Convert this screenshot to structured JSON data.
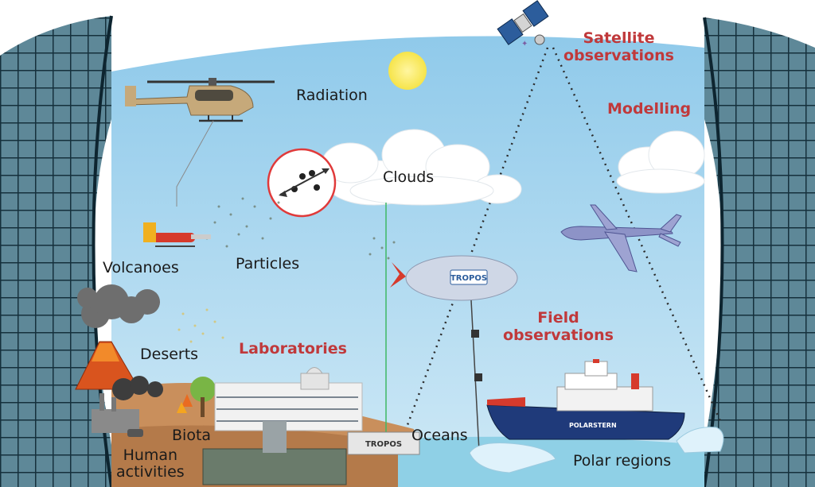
{
  "labels": {
    "radiation": "Radiation",
    "clouds": "Clouds",
    "volcanoes": "Volcanoes",
    "particles": "Particles",
    "deserts": "Deserts",
    "biota": "Biota",
    "human_activities": "Human\nactivities",
    "oceans": "Oceans",
    "polar_regions": "Polar regions"
  },
  "headings": {
    "satellite": "Satellite\nobservations",
    "modelling": "Modelling",
    "laboratories": "Laboratories",
    "field": "Field\nobservations"
  },
  "signage": {
    "blimp": "TROPOS",
    "container": "TROPOS",
    "ship": "POLARSTERN"
  },
  "colors": {
    "sky": "#a9d6ef",
    "accent_red": "#c0393b",
    "ocean": "#8fd0e6",
    "ground": "#c98f5c",
    "grid_globe": "#1f3e4e"
  }
}
